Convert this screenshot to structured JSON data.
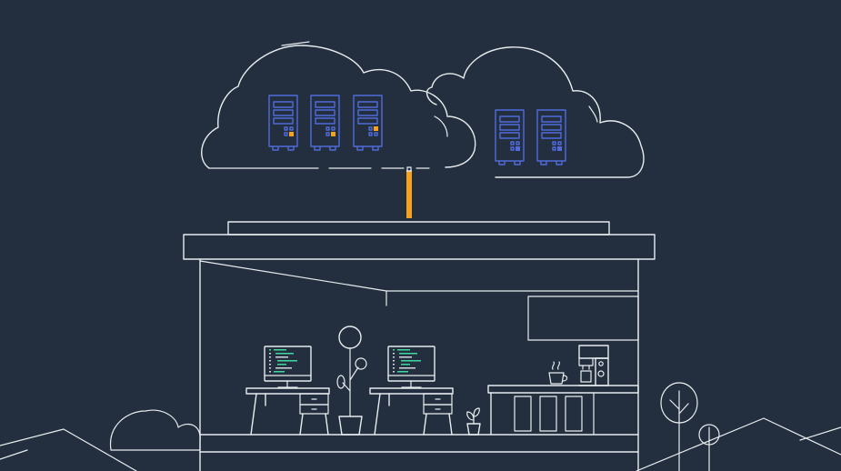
{
  "colors": {
    "background": "#232f3e",
    "line": "#e8ecef",
    "server": "#4f6bdc",
    "accent": "#f7a21b",
    "code": "#3fd7a0"
  },
  "illustration": {
    "cloud_left": {
      "servers": [
        {
          "status": "orange"
        },
        {
          "status": "orange"
        },
        {
          "status": "orange"
        }
      ]
    },
    "cloud_right": {
      "servers": [
        {
          "status": "blue"
        },
        {
          "status": "blue"
        }
      ]
    },
    "icons": [
      "cloud-icon",
      "server-icon",
      "connection-cable-icon",
      "building-icon",
      "computer-monitor-icon",
      "desk-icon",
      "potted-plant-icon",
      "coffee-machine-icon",
      "coffee-cup-icon",
      "tree-icon",
      "mountain-icon",
      "bush-icon"
    ]
  }
}
